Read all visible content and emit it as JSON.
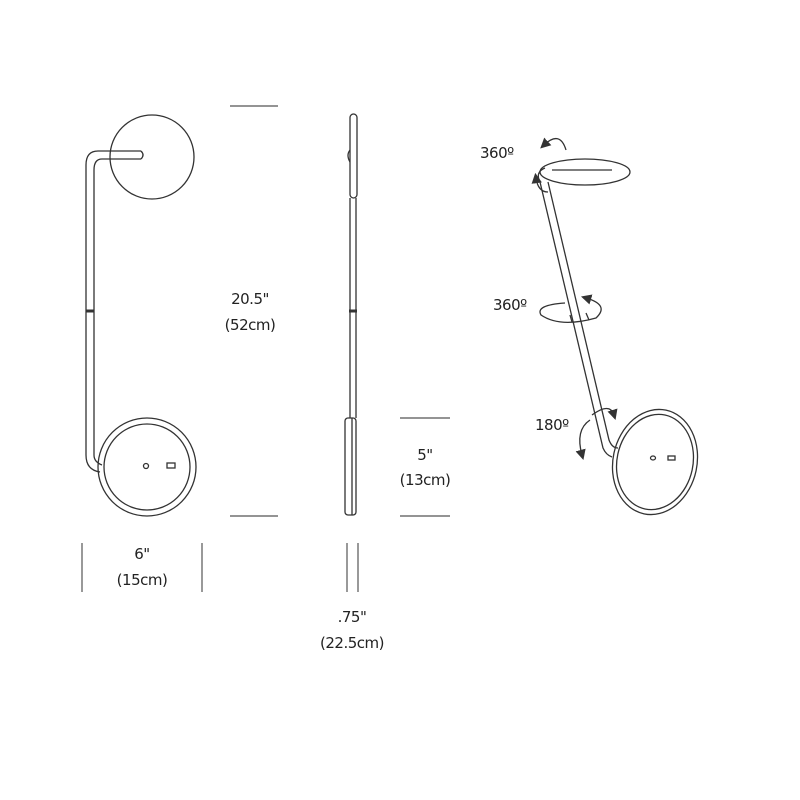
{
  "dimensions": {
    "height_in": "20.5\"",
    "height_cm": "(52cm)",
    "base_in": "5\"",
    "base_cm": "(13cm)",
    "width_in": "6\"",
    "width_cm": "(15cm)",
    "depth_in": ".75\"",
    "depth_cm": "(22.5cm)"
  },
  "rotations": {
    "head": "360º",
    "stem": "360º",
    "base": "180º"
  },
  "colors": {
    "line": "#333333",
    "background": "#ffffff"
  }
}
